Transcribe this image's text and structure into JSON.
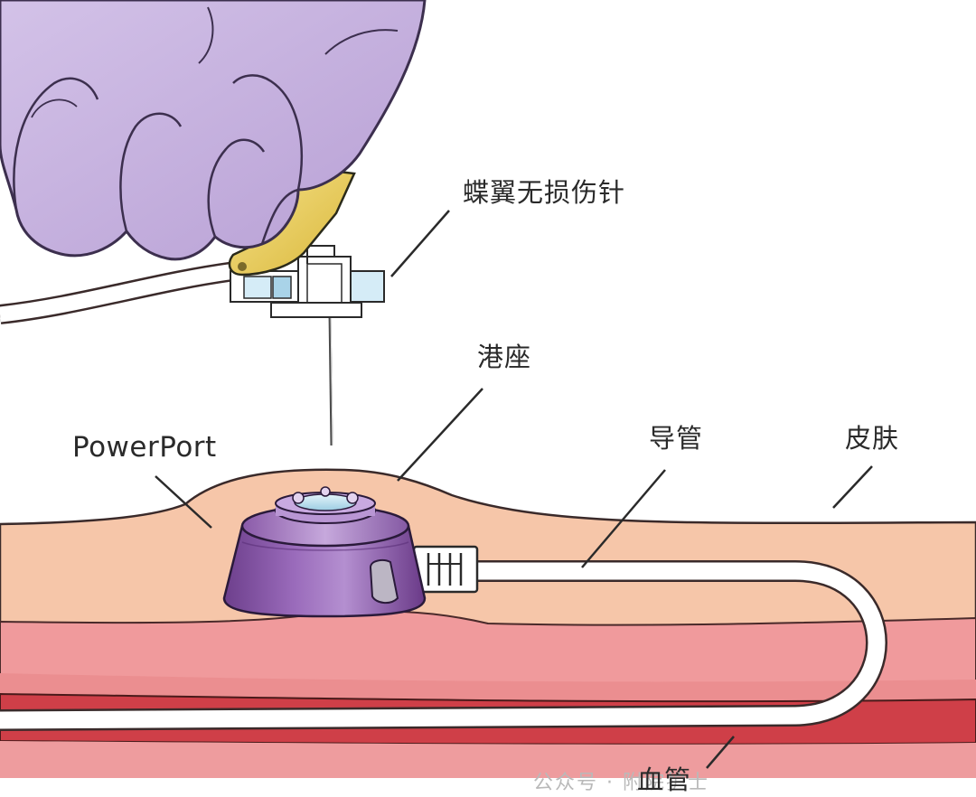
{
  "labels": {
    "needle": "蝶翼无损伤针",
    "port": "港座",
    "powerport": "PowerPort",
    "catheter": "导管",
    "skin": "皮肤",
    "vessel": "血管"
  },
  "watermark": "公众号 · 附院护士",
  "colors": {
    "glove": "#c7b3df",
    "glove_outline": "#3c2f4e",
    "needle_wing": "#f0d460",
    "skin": "#f6c6a9",
    "tissue": "#f09a9c",
    "vessel": "#cf3f48",
    "port": "#8a5aa8",
    "catheter": "#ffffff"
  }
}
